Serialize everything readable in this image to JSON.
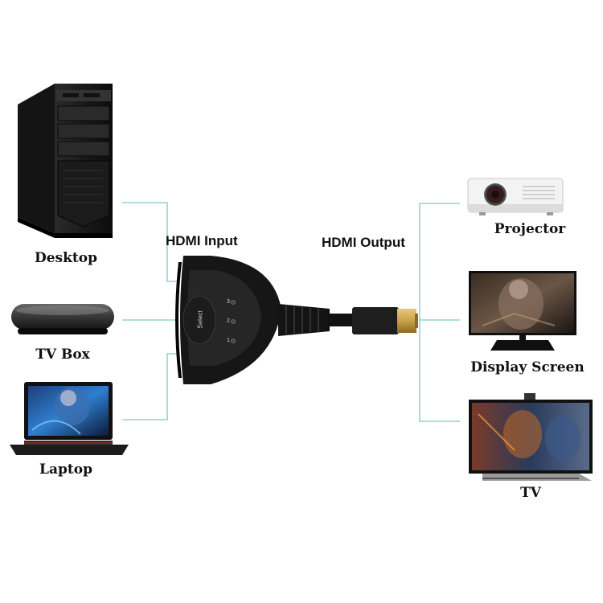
{
  "labels": {
    "hdmi_input": "HDMI Input",
    "hdmi_output": "HDMI Output"
  },
  "inputs": [
    {
      "name": "Desktop",
      "icon": "desktop-tower-icon"
    },
    {
      "name": "TV Box",
      "icon": "tv-box-icon"
    },
    {
      "name": "Laptop",
      "icon": "laptop-icon"
    }
  ],
  "outputs": [
    {
      "name": "Projector",
      "icon": "projector-icon"
    },
    {
      "name": "Display Screen",
      "icon": "monitor-icon"
    },
    {
      "name": "TV",
      "icon": "tv-icon"
    }
  ],
  "switcher": {
    "select_label": "Select",
    "ports": [
      "3",
      "2",
      "1"
    ]
  },
  "colors": {
    "connector_line": "#7fc9c4",
    "device_dark": "#1f1f1f",
    "hdmi_plug_gold": "#c9a24a"
  }
}
